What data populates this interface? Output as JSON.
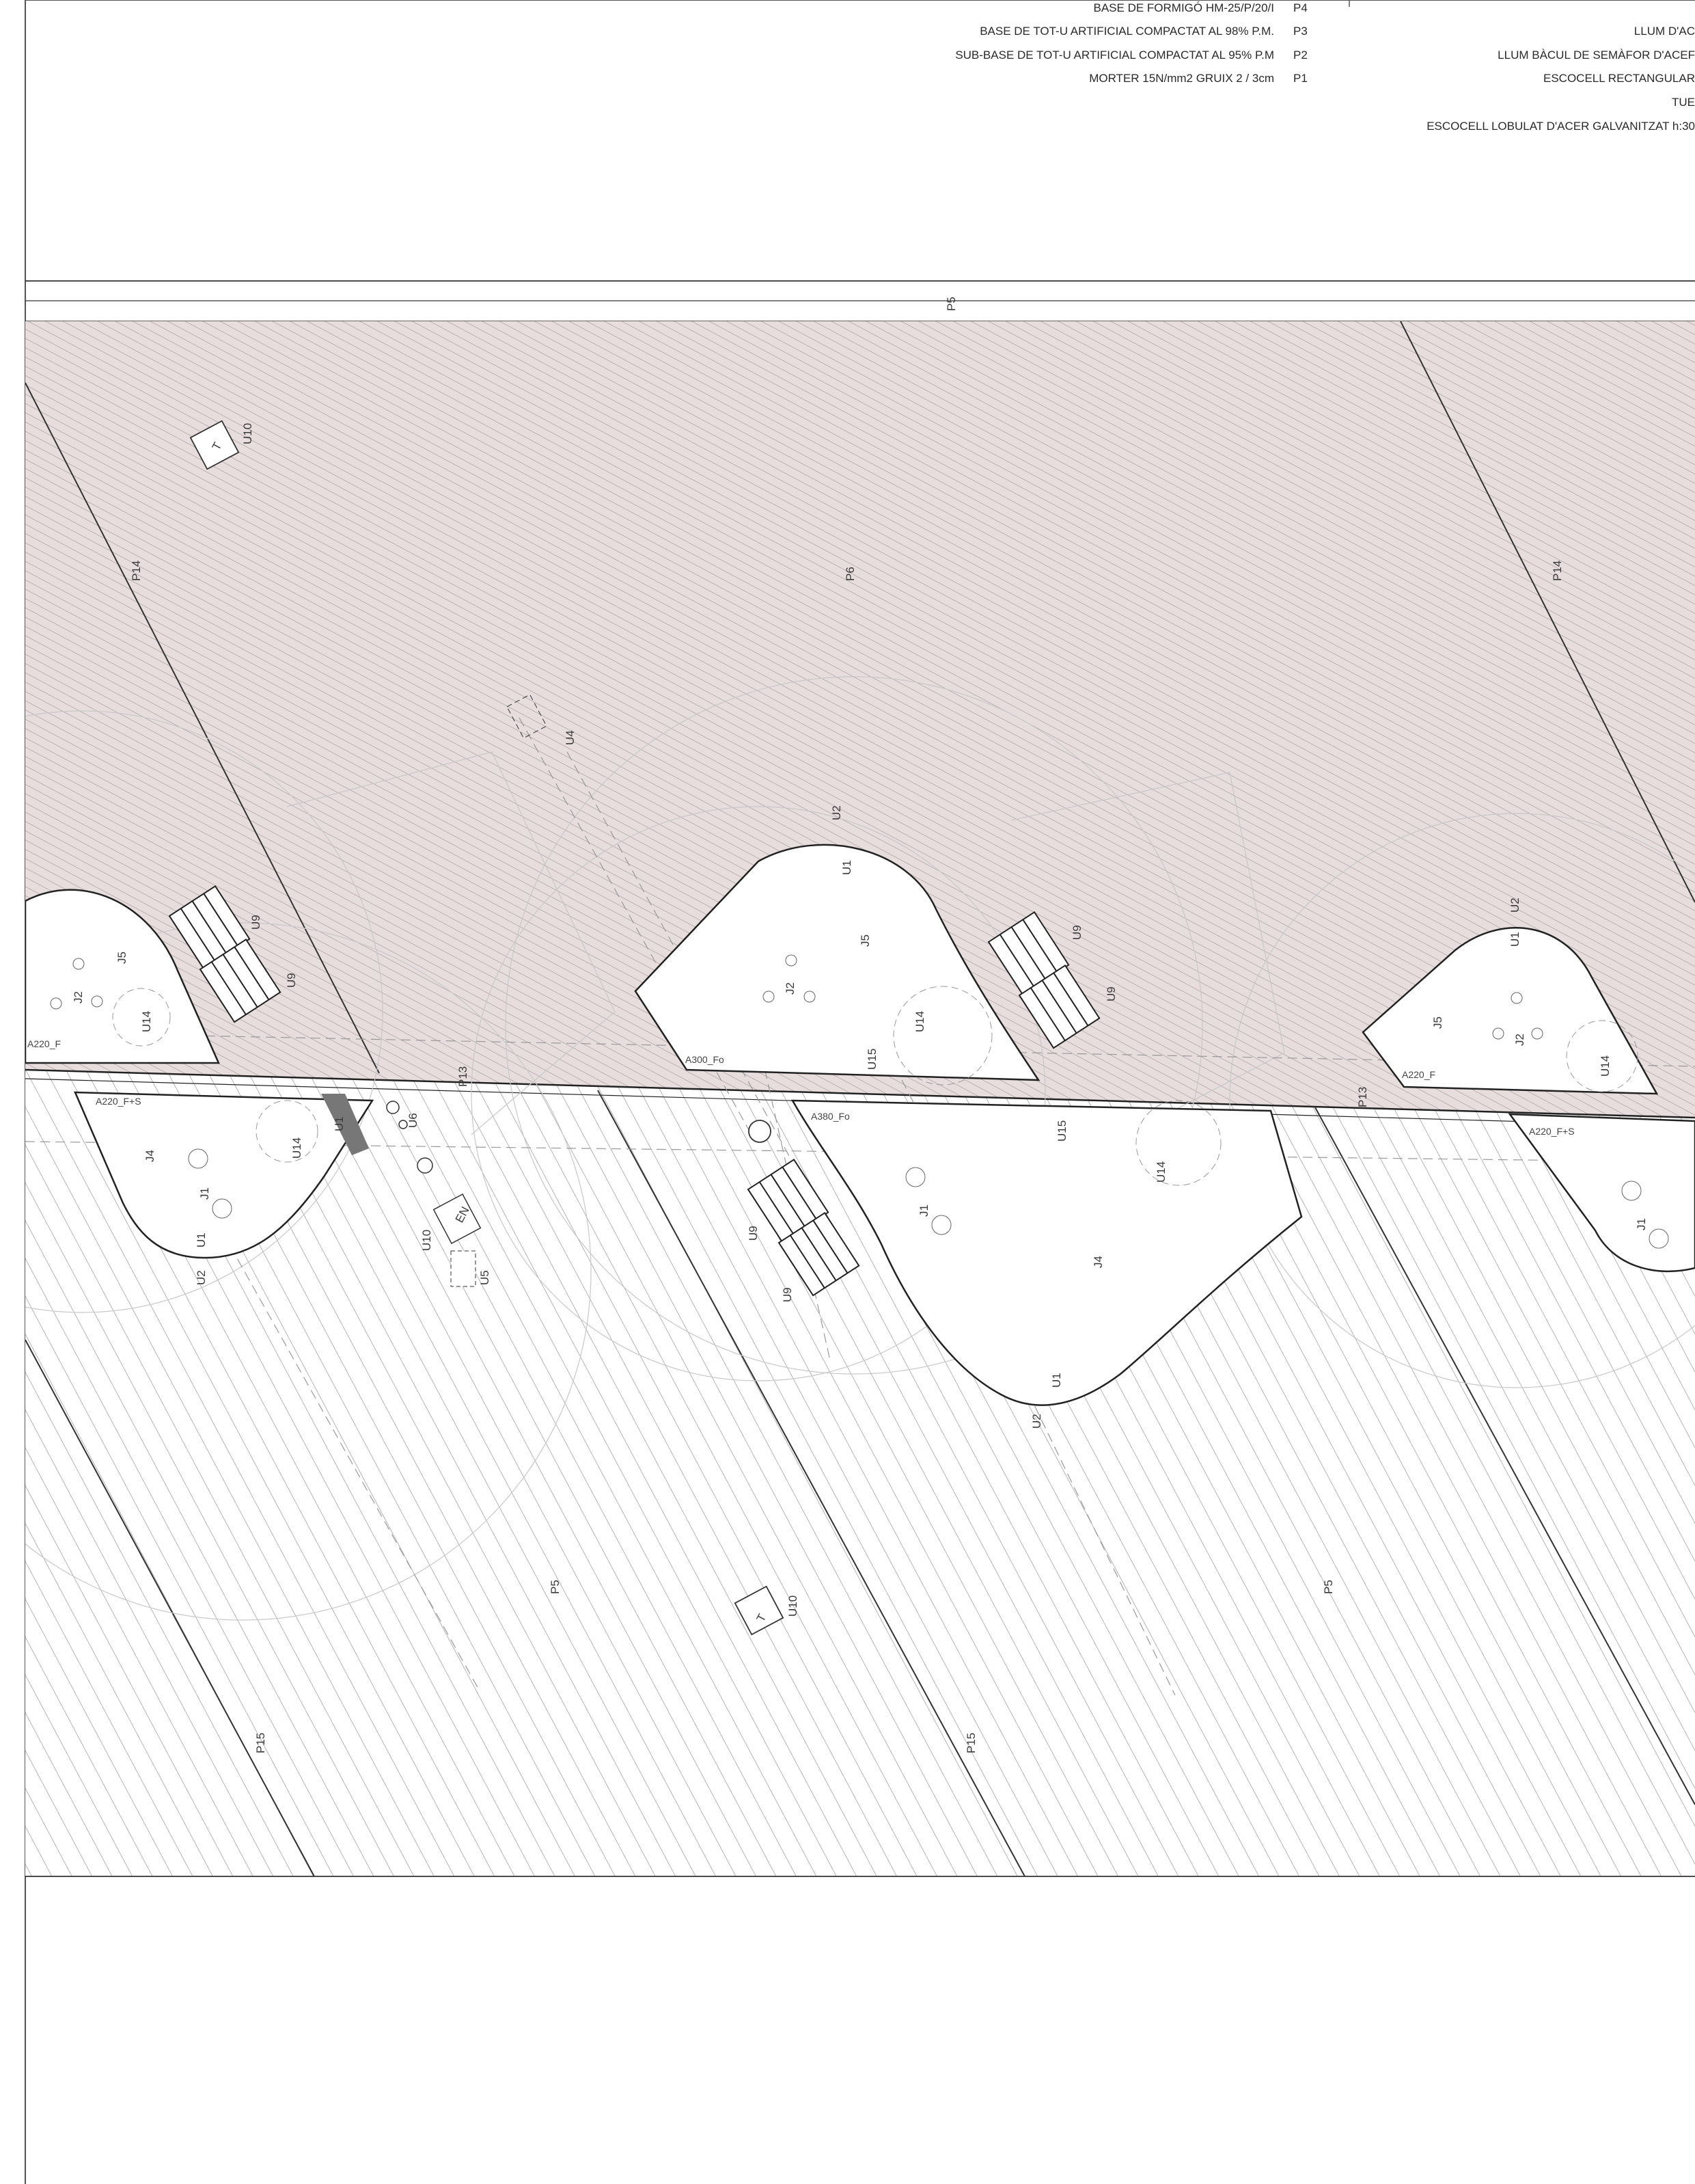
{
  "legend_left": [
    {
      "text": "BASE DE FORMIGÓ HM-25/P/20/I",
      "code": "P4"
    },
    {
      "text": "BASE DE TOT-U ARTIFICIAL COMPACTAT AL 98% P.M.",
      "code": "P3"
    },
    {
      "text": "SUB-BASE DE TOT-U ARTIFICIAL COMPACTAT AL 95% P.M",
      "code": "P2"
    },
    {
      "text": "MORTER 15N/mm2 GRUIX 2 / 3cm",
      "code": "P1"
    }
  ],
  "legend_right": [
    "LLUM D'AC",
    "LLUM BÀCUL DE SEMÀFOR D'ACEF",
    "ESCOCELL RECTANGULAR",
    "TUE",
    "ESCOCELL LOBULAT D'ACER GALVANITZAT h:30"
  ],
  "zones": {
    "road": "P5",
    "upper": "P6",
    "lower_left": "P5",
    "lower_right": "P5"
  },
  "lines": {
    "p14_left": "P14",
    "p14_right": "P14",
    "p13_left": "P13",
    "p13_right": "P13",
    "p15_left": "P15",
    "p15_mid": "P15"
  },
  "elements": {
    "t": "T",
    "u10": "U10",
    "u4": "U4",
    "u6": "U6",
    "u5": "U5",
    "u1": "U1",
    "u2": "U2",
    "u9": "U9",
    "u14": "U14",
    "u15": "U15",
    "j1": "J1",
    "j2": "J2",
    "j4": "J4",
    "j5": "J5",
    "en": "EN",
    "a220f": "A220_F",
    "a220fs": "A220_F+S",
    "a300": "A300_Fo",
    "a380": "A380_Fo"
  },
  "colors": {
    "upper_fill": "#e7dddd",
    "hatch_upper": "#a39494",
    "hatch_lower": "#8e8e8e",
    "line": "#222222"
  }
}
